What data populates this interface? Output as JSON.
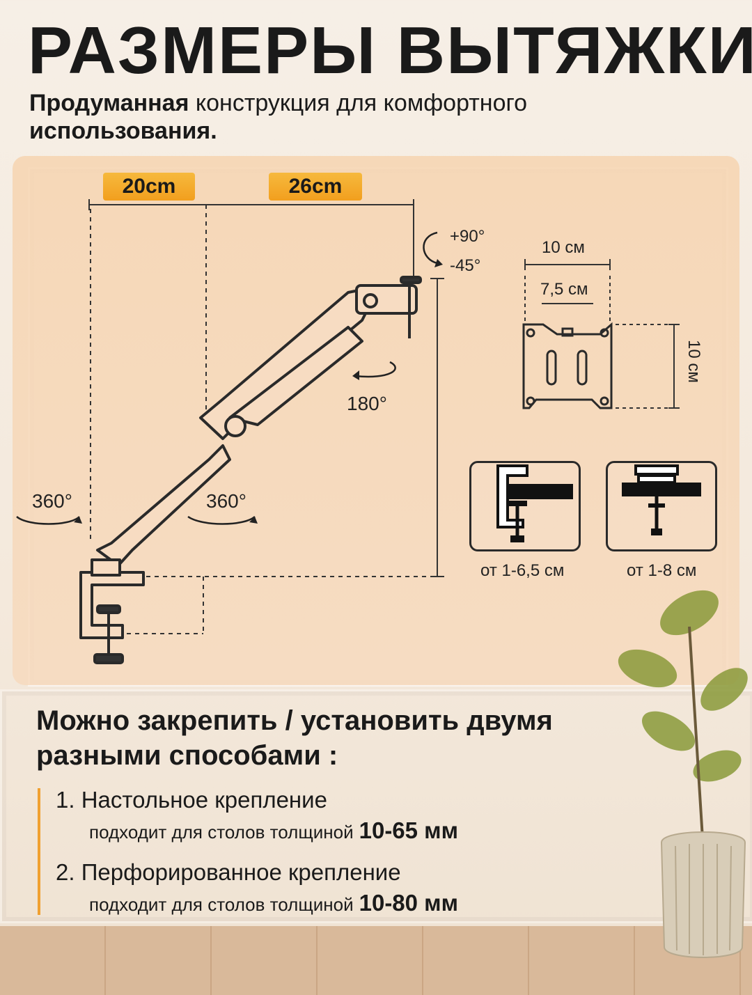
{
  "header": {
    "title": "РАЗМЕРЫ ВЫТЯЖКИ",
    "subtitle_bold1": "Продуманная",
    "subtitle_rest": "конструкция для комфортного",
    "subtitle_bold2": "использования."
  },
  "dimensions": {
    "reach_short": "20cm",
    "reach_long": "26cm",
    "tilt_up": "+90°",
    "tilt_down": "-45°",
    "rotate_screen": "180°",
    "swivel_base": "360°",
    "swivel_arm": "360°"
  },
  "vesa": {
    "width_outer": "10 см",
    "width_inner": "7,5 см",
    "height": "10 см"
  },
  "mounts": {
    "clamp_range": "от 1-6,5 см",
    "grommet_range": "от 1-8 см"
  },
  "info": {
    "title_line1": "Можно закрепить / установить двумя",
    "title_line2": "разными способами :",
    "items": [
      {
        "num": "1.",
        "head": "Настольное крепление",
        "sub": "подходит для столов толщиной",
        "value": "10-65 мм"
      },
      {
        "num": "2.",
        "head": "Перфорированное крепление",
        "sub": "подходит для столов толщиной",
        "value": "10-80 мм"
      }
    ]
  },
  "colors": {
    "accent": "#f2a328",
    "panel": "#f6d4b0"
  }
}
